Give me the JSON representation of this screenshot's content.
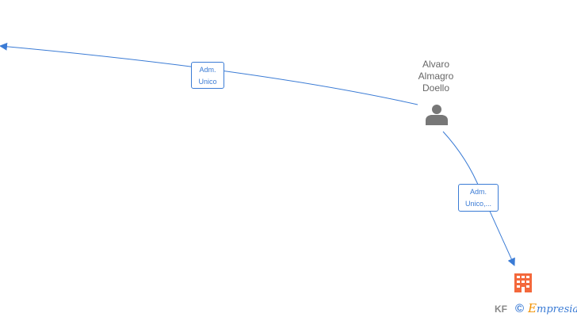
{
  "nodes": {
    "person": {
      "name_lines": [
        "Alvaro",
        "Almagro",
        "Doello"
      ],
      "icon": "person-icon",
      "icon_color": "#777777"
    },
    "company": {
      "label": "KF",
      "icon": "building-icon",
      "icon_color": "#f4683b"
    }
  },
  "edges": [
    {
      "label_lines": [
        "Adm.",
        "Unico"
      ]
    },
    {
      "label_lines": [
        "Adm.",
        "Unico,..."
      ]
    }
  ],
  "edge_color": "#3a7bd5",
  "watermark": {
    "symbol": "©",
    "brand_first_letter": "E",
    "brand_rest": "mpresia"
  }
}
